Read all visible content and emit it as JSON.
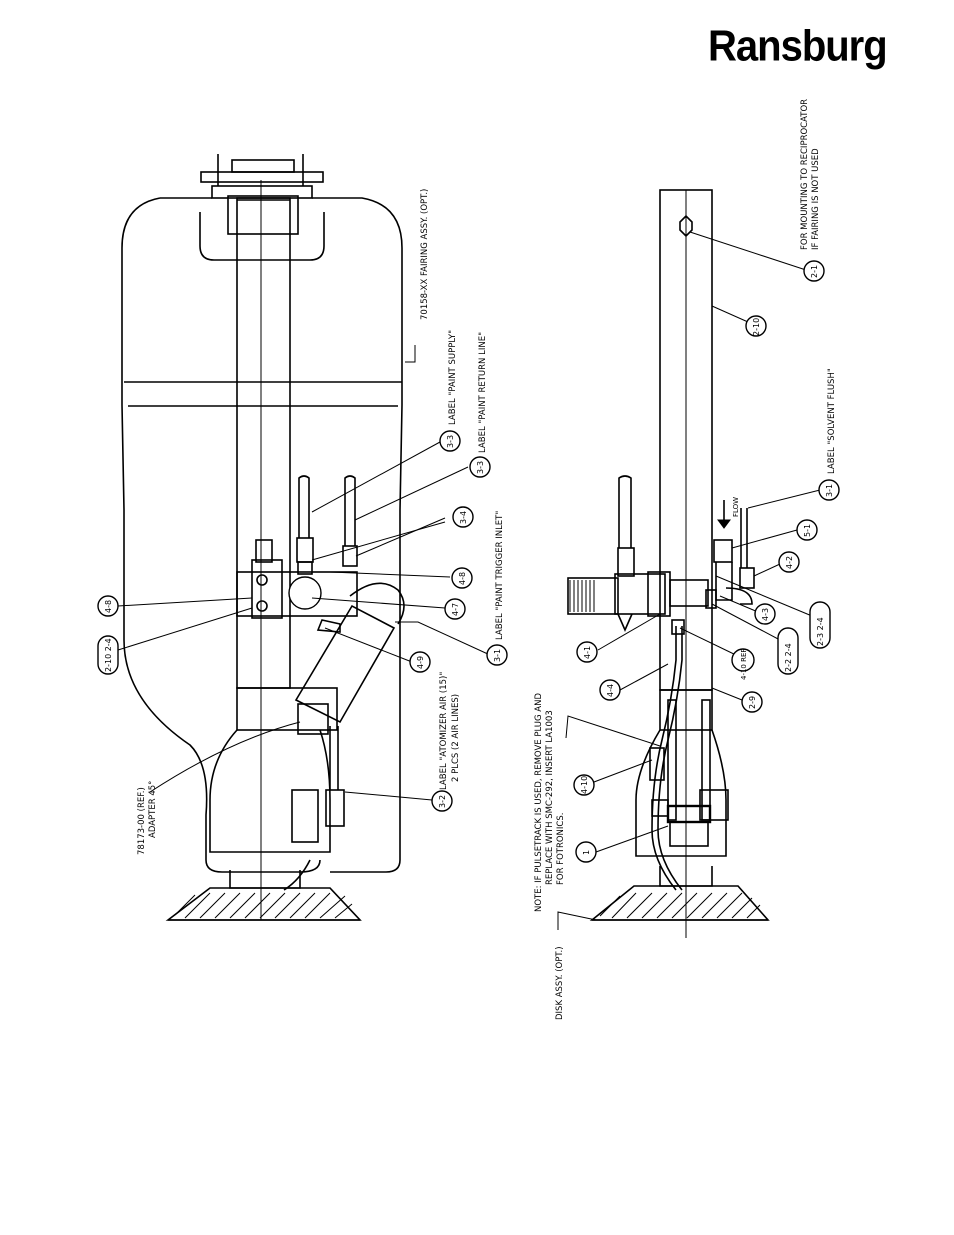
{
  "logo": {
    "text": "Ransburg"
  },
  "left_view": {
    "callouts": {
      "fairing": "70158-XX FAIRING ASSY. (OPT.)",
      "paint_supply": "LABEL \"PAINT SUPPLY\"",
      "paint_return": "LABEL \"PAINT RETURN LINE\"",
      "paint_trigger": "LABEL \"PAINT TRIGGER INLET\"",
      "atomizer_air_1": "LABEL \"ATOMIZER AIR (15)\"",
      "atomizer_air_2": "2 PLCS (2 AIR LINES)",
      "adapter_1": "78173-00 (REF.)",
      "adapter_2": "ADAPTER 45°"
    },
    "bubbles": [
      "3-3",
      "3-3",
      "3-4",
      "4-8",
      "4-7",
      "3-1",
      "4-9",
      "3-2",
      "4-8",
      "2-10 2-4"
    ]
  },
  "right_view": {
    "callouts": {
      "reciprocator_1": "FOR MOUNTING TO RECIPROCATOR",
      "reciprocator_2": "IF FAIRING IS NOT USED",
      "solvent_flush": "LABEL \"SOLVENT FLUSH\"",
      "flow": "FLOW",
      "note_1": "NOTE: IF PULSETRACK IS USED, REMOVE PLUG AND",
      "note_2": "REPLACE WITH SMC-292, INSERT LA1003",
      "note_3": "FOR FOTRONICS.",
      "disk": "DISK ASSY. (OPT.)"
    },
    "bubbles": [
      "2-1",
      "2-10",
      "3-1",
      "5-1",
      "4-2",
      "2-3 2-4",
      "4-3",
      "2-2 2-4",
      "4-10 REF",
      "2-9",
      "4-1",
      "4-4",
      "4-10",
      "1"
    ]
  }
}
